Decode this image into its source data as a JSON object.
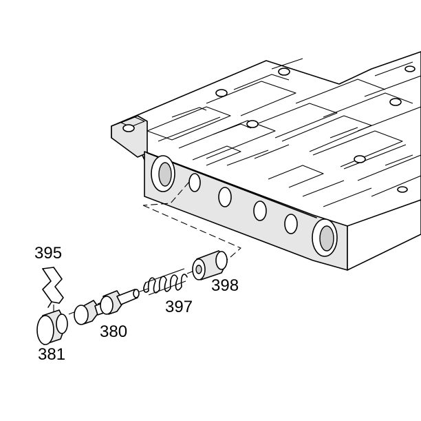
{
  "diagram": {
    "labels": {
      "clip": "395",
      "plug": "381",
      "valve": "380",
      "spring": "397",
      "sleeve": "398"
    }
  }
}
